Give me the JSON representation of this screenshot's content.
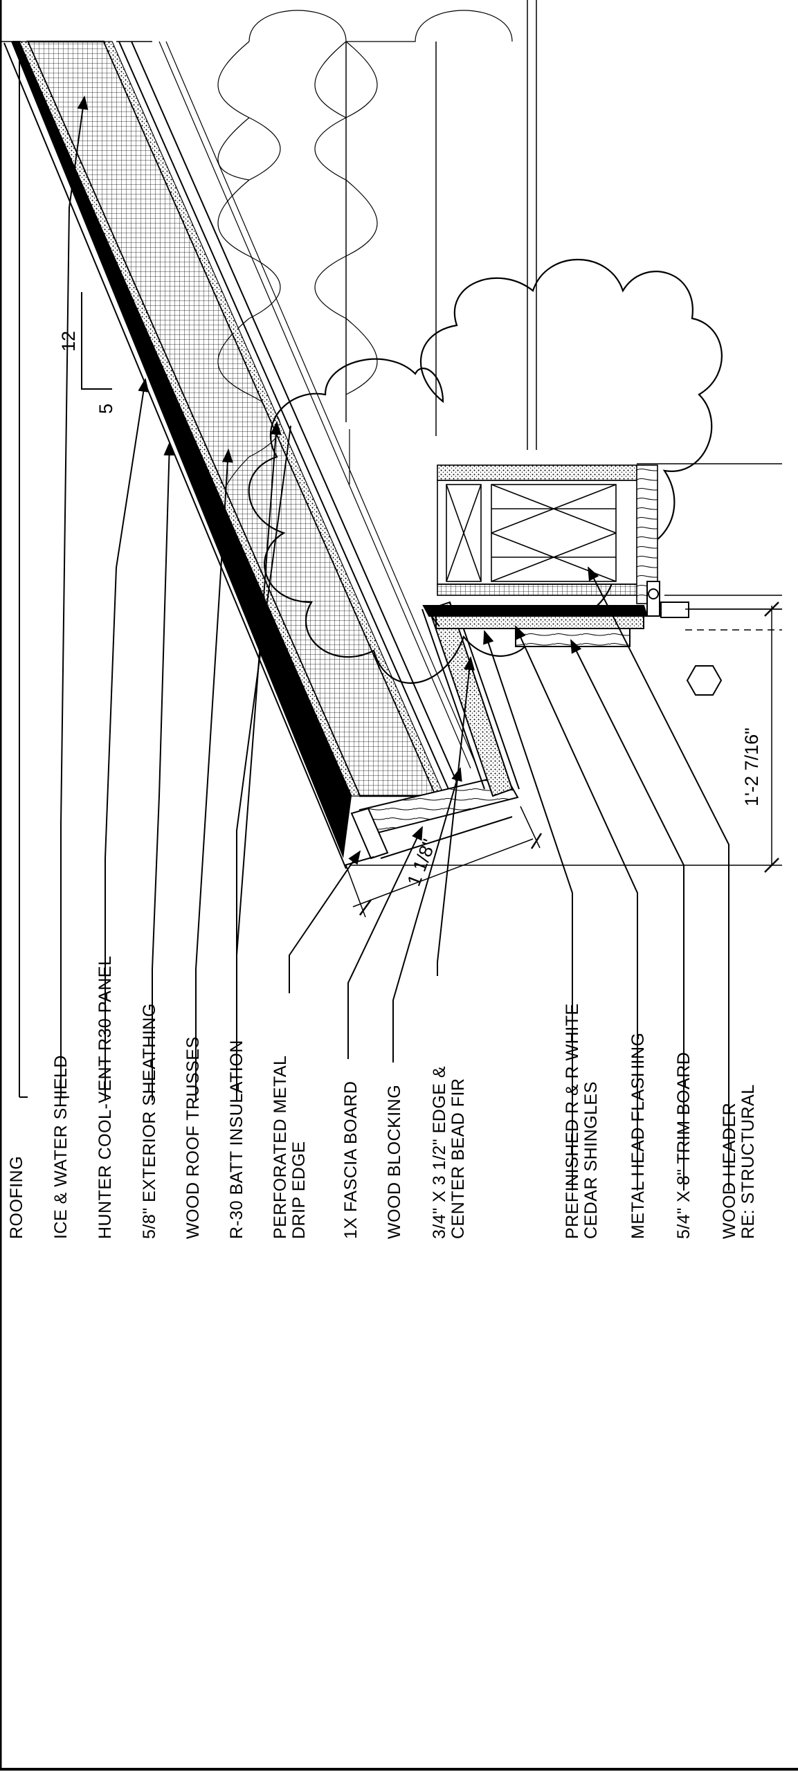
{
  "labels": {
    "roofing": "ROOFING",
    "ice_water_shield": "ICE & WATER SHIELD",
    "cool_vent_panel": "HUNTER COOL-VENT R30 PANEL",
    "exterior_sheathing": "5/8\" EXTERIOR SHEATHING",
    "roof_trusses": "WOOD ROOF TRUSSES",
    "batt_insulation": "R-30 BATT INSULATION",
    "drip_edge_1": "PERFORATED METAL",
    "drip_edge_2": "DRIP EDGE",
    "fascia_board": "1X FASCIA BOARD",
    "wood_blocking": "WOOD BLOCKING",
    "soffit_1": "3/4\" X 3 1/2\" EDGE &",
    "soffit_2": "CENTER BEAD FIR",
    "shingles_1": "PREFINISHED R & R WHITE",
    "shingles_2": "CEDAR SHINGLES",
    "head_flashing": "METAL HEAD FLASHING",
    "trim_board": "5/4\" X 8\" TRIM BOARD",
    "header_1": "WOOD HEADER",
    "header_2": "RE: STRUCTURAL"
  },
  "dimensions": {
    "overhang": "1'-2 7/16\"",
    "fascia_depth": "1 1/8\""
  },
  "slope": {
    "rise": "5",
    "run": "12"
  }
}
